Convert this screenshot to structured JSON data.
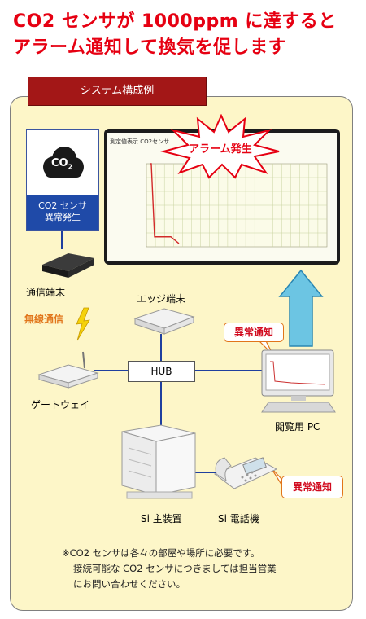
{
  "headline": {
    "line1": "CO2 センサが 1000ppm に達すると",
    "line2": "アラーム通知して換気を促します"
  },
  "section_tag": "システム構成例",
  "sensor_card": {
    "co2_label": "CO",
    "co2_sub": "2",
    "status_line1": "CO2 センサ",
    "status_line2": "異常発生"
  },
  "monitor": {
    "screen_title": "測定値表示  CO2センサ",
    "alarm_text": "アラーム発生",
    "series_levels": {
      "spike_start": 1.0,
      "after_drop": 0.12,
      "tail_end": 0.04
    }
  },
  "nodes": {
    "comm_terminal": "通信端末",
    "wireless": "無線通信",
    "edge_terminal": "エッジ端末",
    "hub": "HUB",
    "gateway": "ゲートウェイ",
    "viewer_pc": "閲覧用 PC",
    "si_main": "Si 主装置",
    "si_phone": "Si 電話機"
  },
  "alerts": {
    "pc_alert": "異常通知",
    "phone_alert": "異常通知"
  },
  "notice": {
    "line1": "※CO2 センサは各々の部屋や場所に必要です。",
    "line2": "接続可能な CO2 センサにつきましては担当営業",
    "line3": "にお問い合わせください。"
  },
  "colors": {
    "headline_red": "#e60012",
    "tag_maroon": "#a31717",
    "panel_cream": "#fdf6c8",
    "line_blue": "#1f3f9f",
    "sensor_blue": "#1f4aa8",
    "alert_orange": "#e1751a",
    "arrow_cyan": "#6cc5e3"
  }
}
